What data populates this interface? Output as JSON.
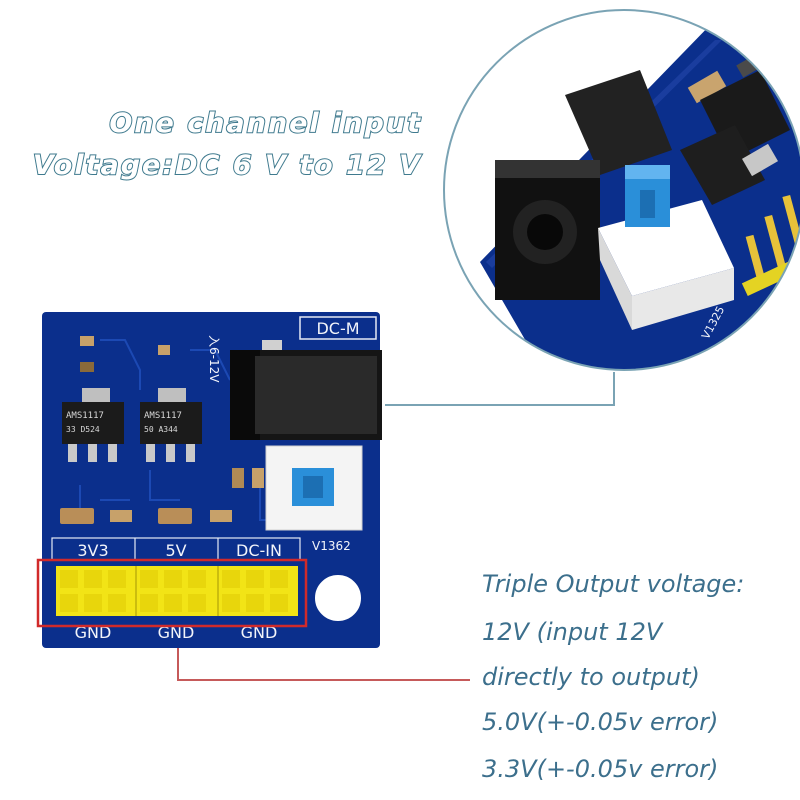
{
  "headline": {
    "line1": "One channel input",
    "line2": "Voltage:DC 6 V to 12 V"
  },
  "spec": {
    "lines": [
      "Triple Output voltage:",
      "12V (input 12V",
      "directly to output)",
      "5.0V(+-0.05v error)",
      "3.3V(+-0.05v error)"
    ]
  },
  "board": {
    "jack_label": "DC-M",
    "input_label": "入6-12V",
    "version": "V1362",
    "regulator_1": "AMS1117",
    "regulator_1_sub": "33  D524",
    "regulator_2": "AMS1117",
    "regulator_2_sub": "50  A344",
    "rails": [
      "3V3",
      "5V",
      "DC-IN"
    ],
    "gnd": [
      "GND",
      "GND",
      "GND"
    ]
  },
  "zoom": {
    "board_text": "V1325"
  },
  "colors": {
    "pcb": "#0b2f8c",
    "callout_line": "#7aa3b4",
    "highlight_box": "#d12a2a",
    "header_pin": "#f2e416",
    "button_cap": "#2a8fd9",
    "headline_outline": "#3f7a8e",
    "spec_text": "#3c6f8c"
  }
}
